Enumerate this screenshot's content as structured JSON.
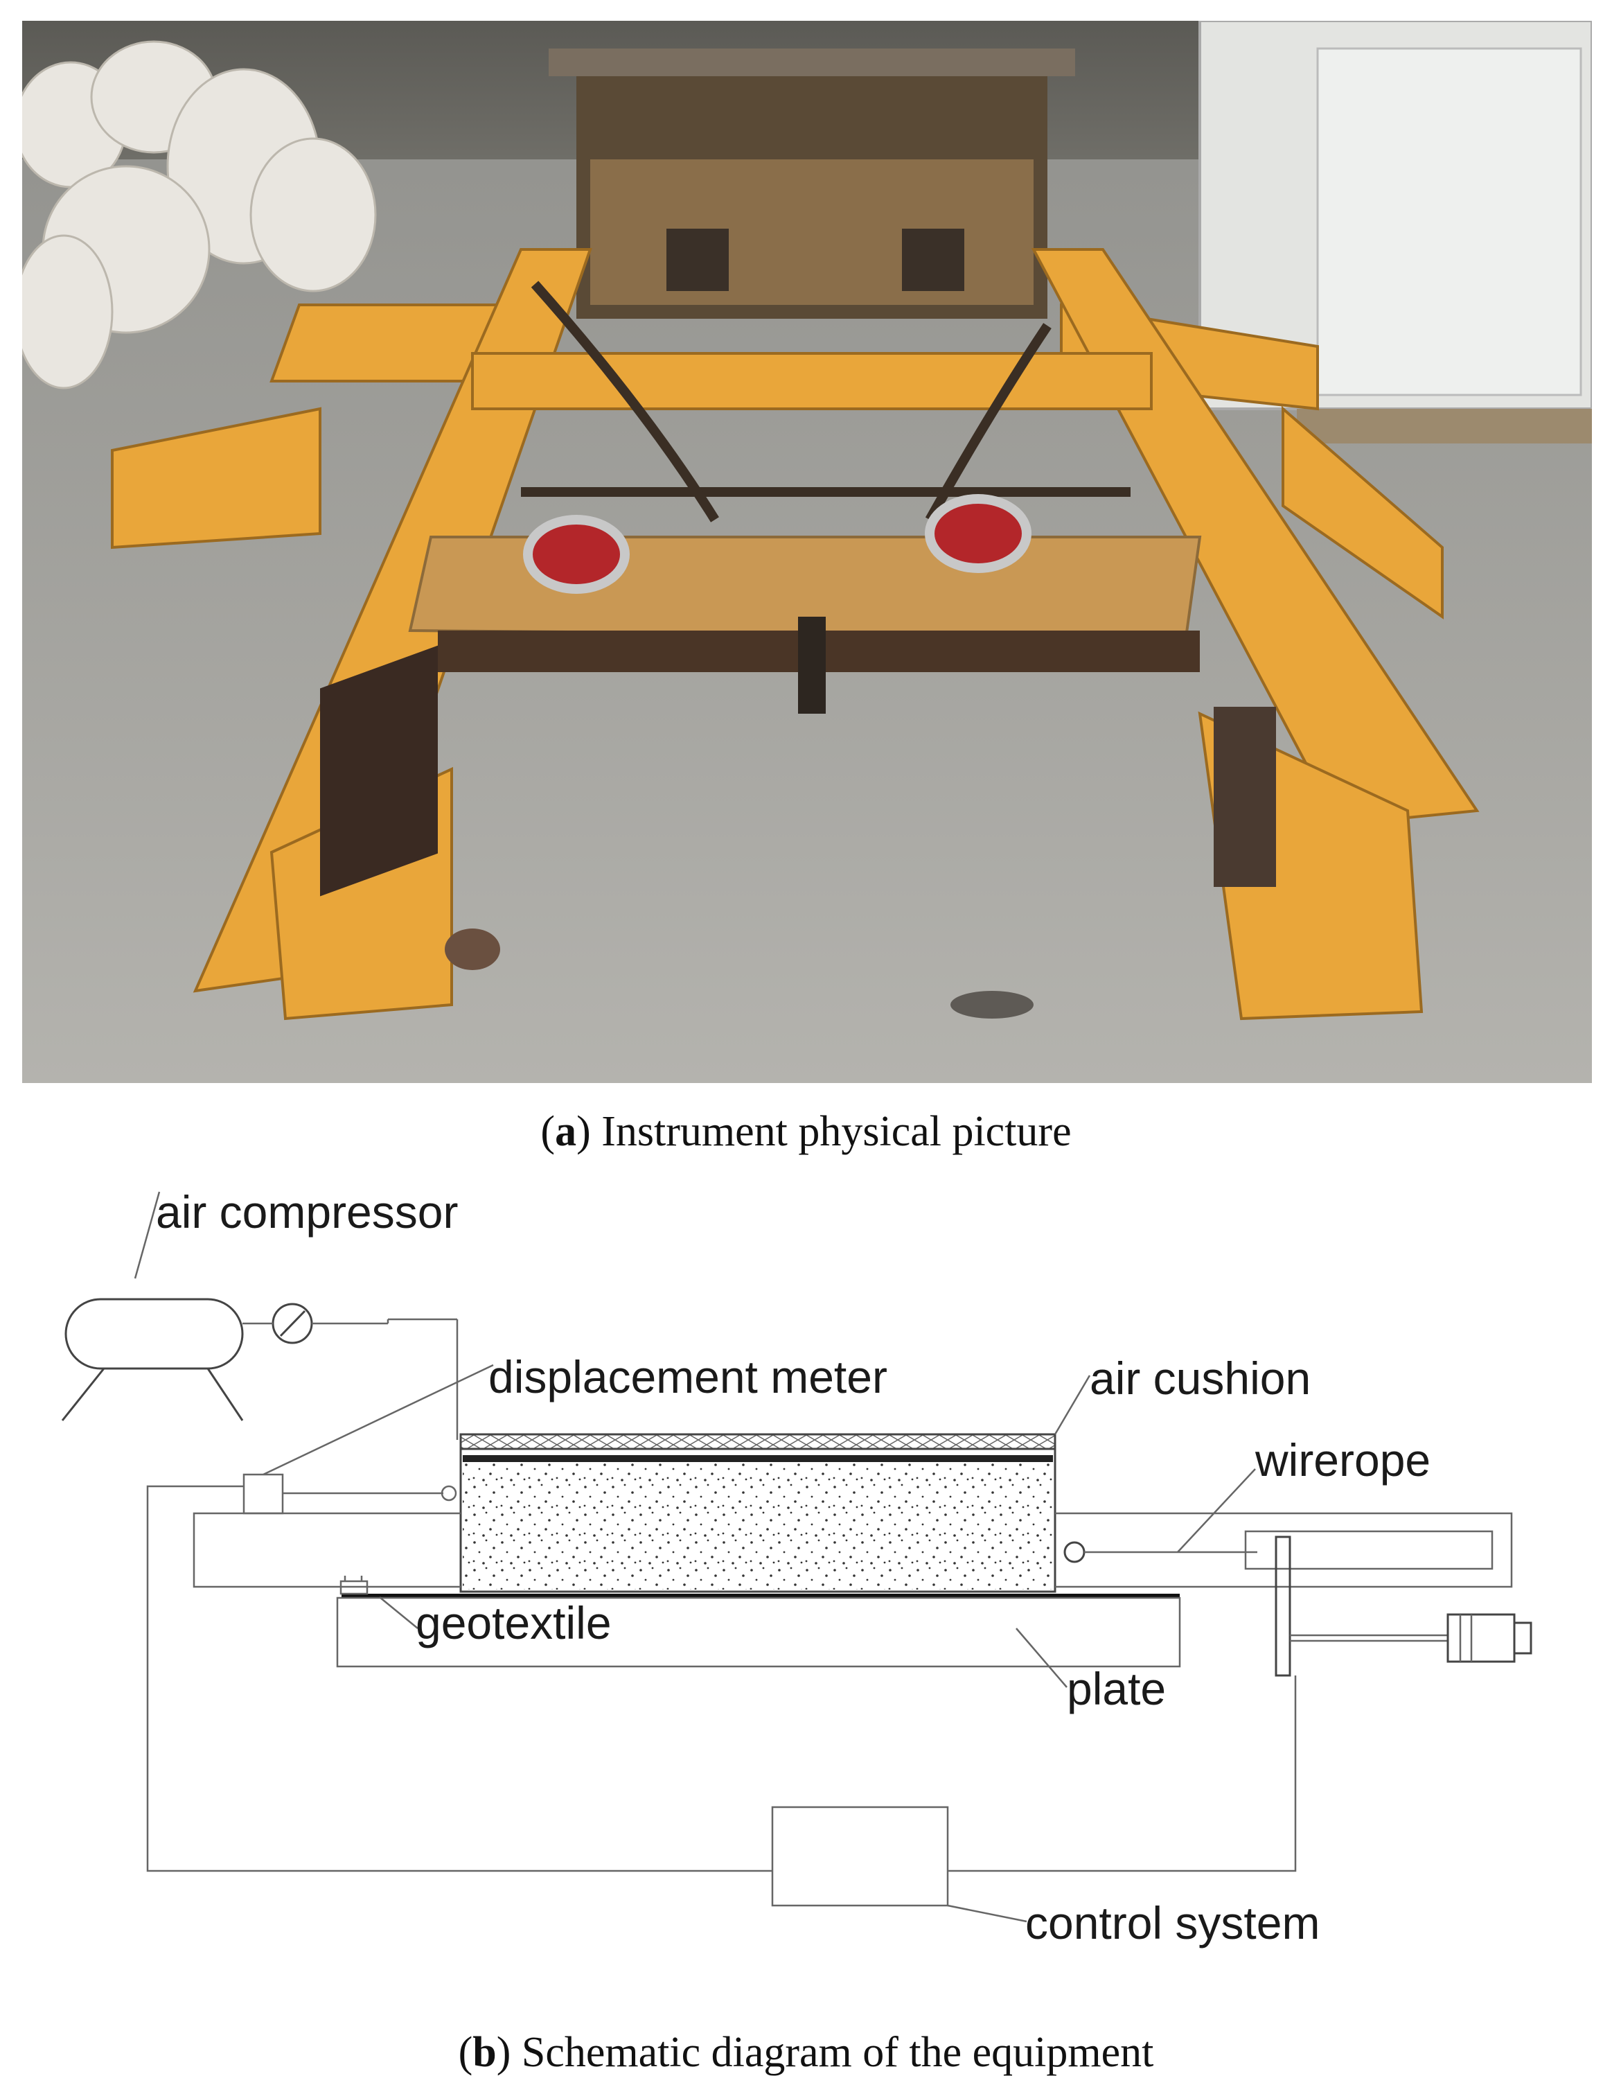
{
  "panel_a": {
    "letter": "a",
    "caption_text": " Instrument physical picture"
  },
  "panel_b": {
    "letter": "b",
    "caption_text": " Schematic diagram of the equipment",
    "labels": {
      "air_compressor": "air compressor",
      "displacement_meter": "displacement meter",
      "air_cushion": "air cushion",
      "wirerope": "wirerope",
      "geotextile": "geotextile",
      "plate": "plate",
      "control_system": "control system"
    }
  },
  "colors": {
    "frame_yellow": "#e9a63a",
    "floor_gray": "#9a9a96",
    "shackle_red": "#b3262a",
    "line_gray": "#666666"
  }
}
